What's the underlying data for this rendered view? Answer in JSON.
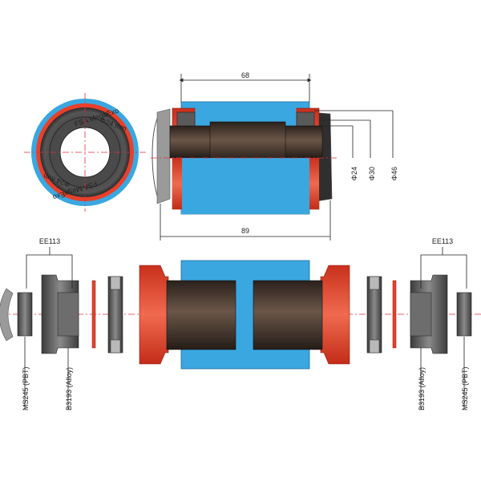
{
  "bearing_face": {
    "text_top": "FSA MegaExo",
    "text_top_right": "Φ24 mm",
    "text_bottom": "FSA MegaExo",
    "text_bottom_left": "Φ24 mm"
  },
  "dimensions": {
    "width_top": "68",
    "width_bottom": "89",
    "dia_spindle": "Φ24",
    "dia_bearing": "Φ30",
    "dia_cup": "Φ46"
  },
  "left_group": {
    "bracket_label": "EE113",
    "part_a": "MS245 (PBT)",
    "part_b": "B3193 (Alloy)"
  },
  "right_group": {
    "bracket_label": "EE113",
    "part_a": "B3193 (Alloy)",
    "part_b": "MS245 (PBT)"
  },
  "colors": {
    "shell_blue": "#3aa7e0",
    "cup_red": "#e8402a",
    "bearing_gray": "#5a5a5a",
    "sleeve_dark": "#3b2f28",
    "centerline": "#e0303a"
  }
}
